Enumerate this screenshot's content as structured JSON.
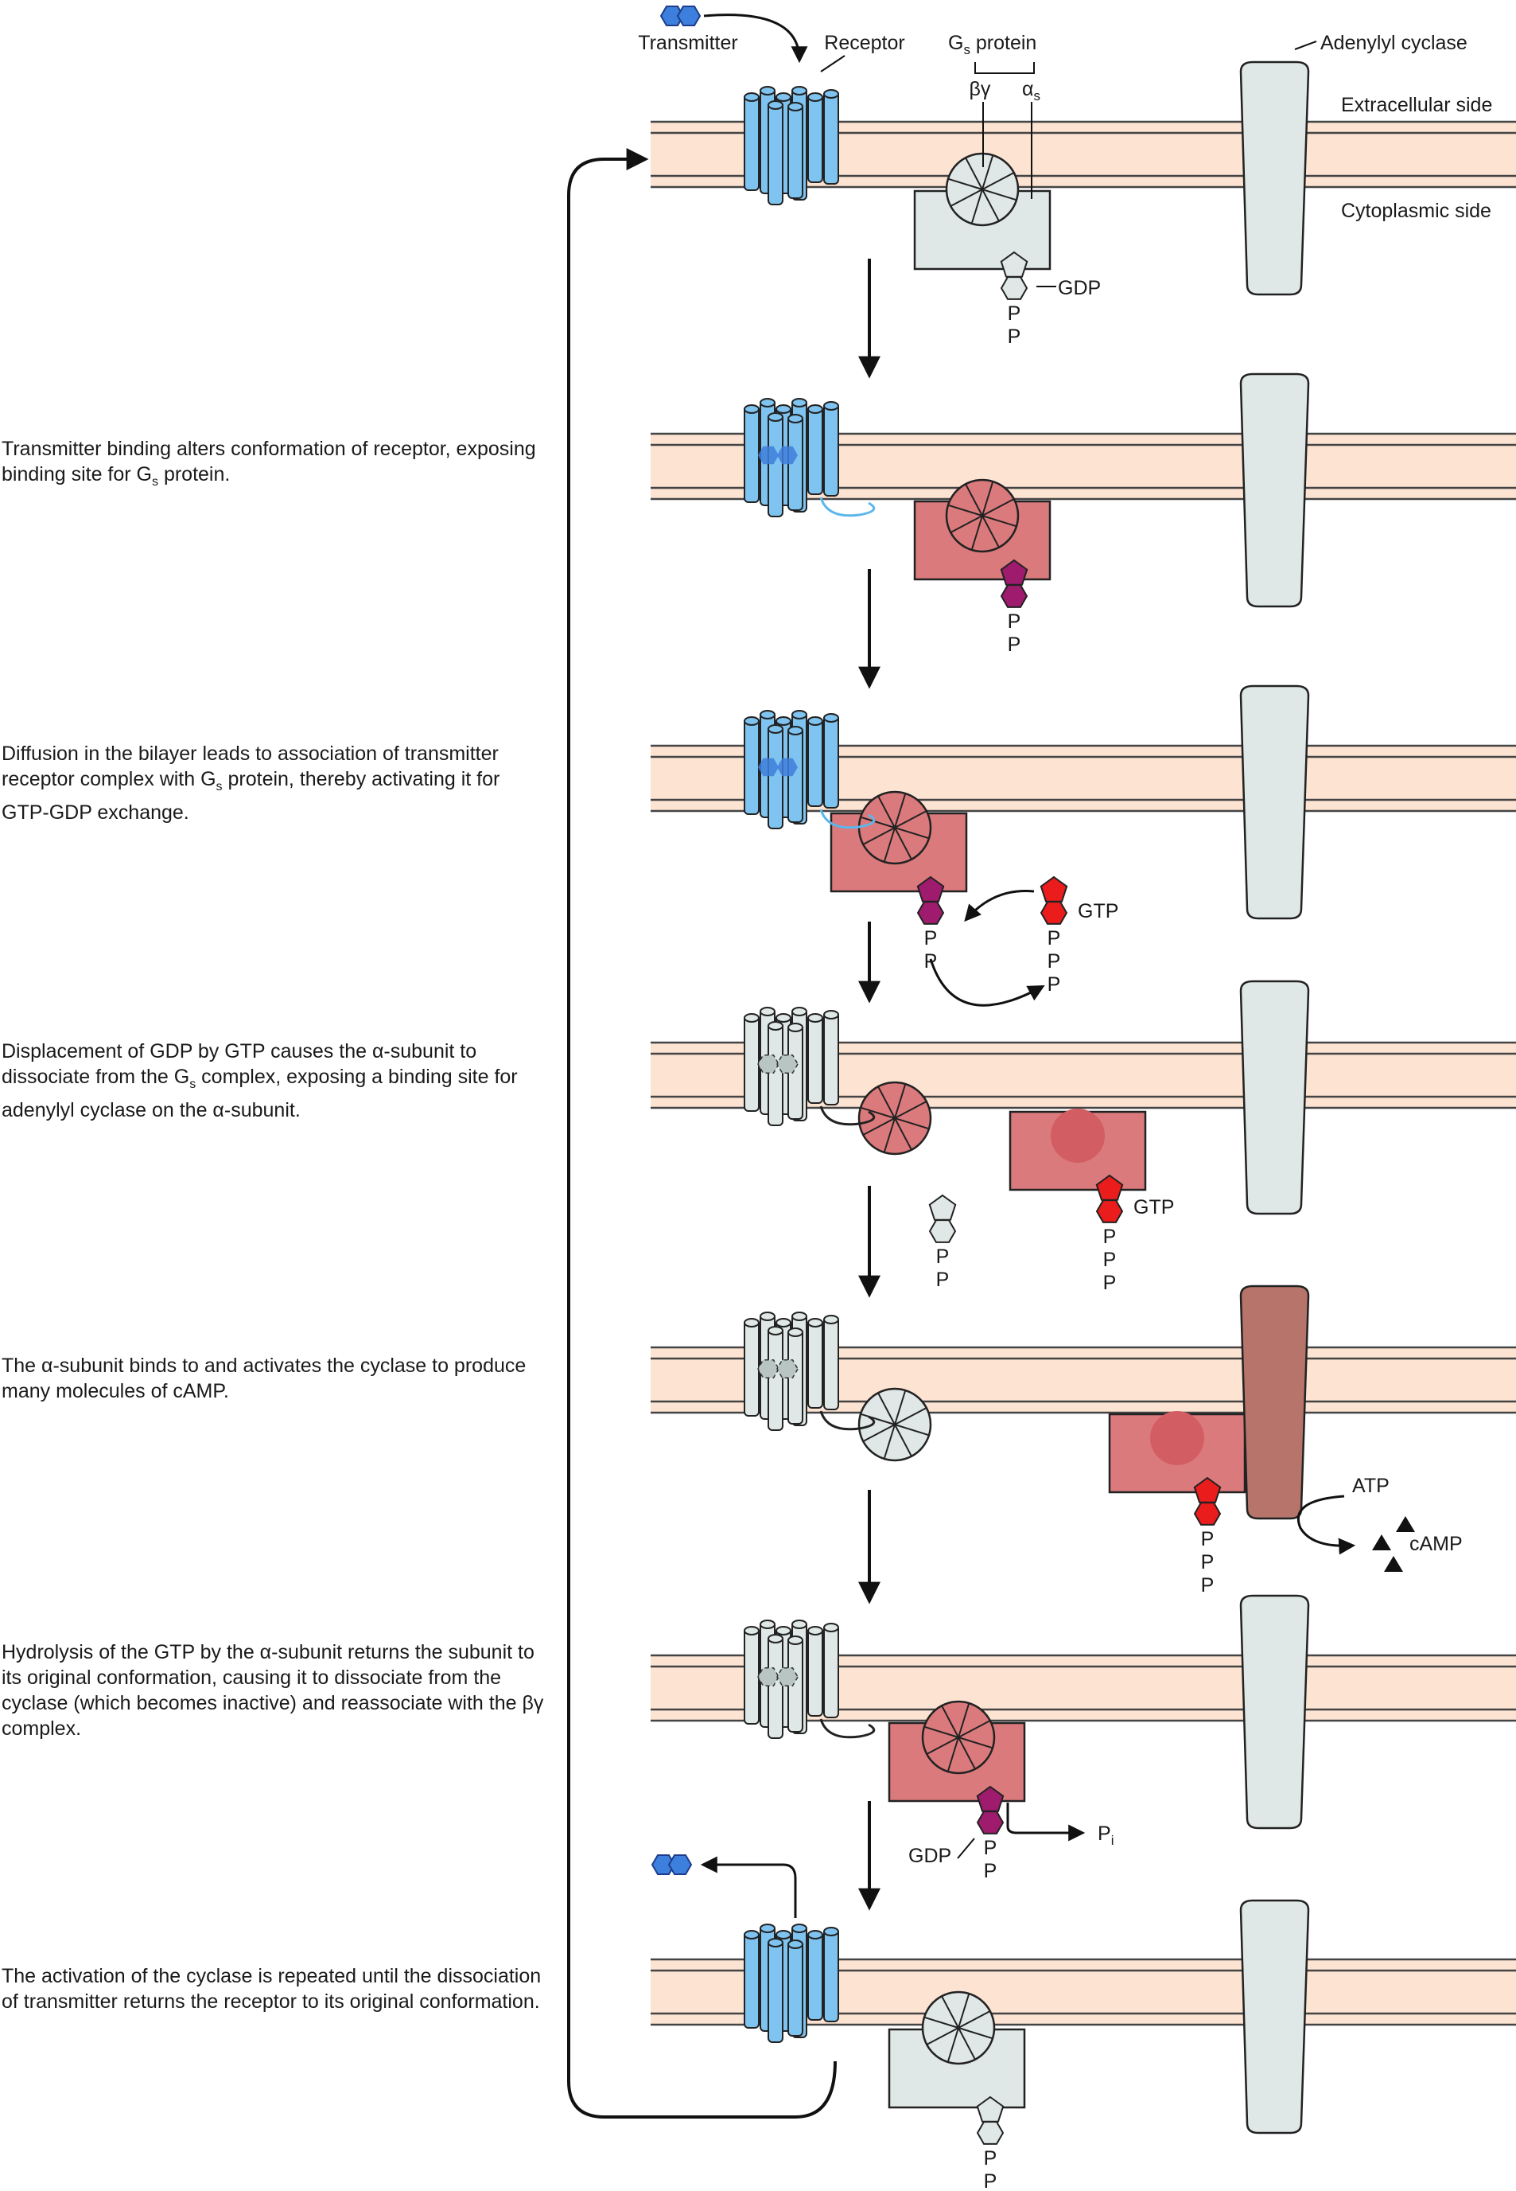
{
  "labels": {
    "transmitter": "Transmitter",
    "receptor": "Receptor",
    "gs_protein_prefix": "G",
    "gs_protein_sub": "s",
    "gs_protein_suffix": " protein",
    "beta_gamma": "βγ",
    "alpha_prefix": "α",
    "alpha_sub": "s",
    "adenylyl_cyclase": "Adenylyl cyclase",
    "extracellular_side": "Extracellular side",
    "cytoplasmic_side": "Cytoplasmic side",
    "gdp": "GDP",
    "gtp": "GTP",
    "atp": "ATP",
    "camp": "cAMP",
    "phosphate": "P",
    "pi_prefix": "P",
    "pi_sub": "i"
  },
  "captions": [
    {
      "text_before": "Transmitter binding alters conformation of receptor, exposing binding site for G",
      "sub": "s",
      "text_after": " protein."
    },
    {
      "text_before": "Diffusion in the bilayer leads to association of transmitter receptor complex with G",
      "sub": "s",
      "text_after": " protein, thereby activating it for GTP-GDP exchange."
    },
    {
      "text_before": "Displacement of GDP by GTP causes the α-subunit to dissociate from the G",
      "sub": "s",
      "text_after": " complex, exposing a binding site for adenylyl cyclase on the α-subunit."
    },
    {
      "text_before": "The α-subunit binds to and activates the cyclase to produce many molecules of cAMP.",
      "sub": "",
      "text_after": ""
    },
    {
      "text_before": "Hydrolysis of the GTP by the α-subunit returns the subunit to its original conformation, causing it to dissociate from the cyclase (which becomes inactive) and reassociate with the βγ complex.",
      "sub": "",
      "text_after": ""
    },
    {
      "text_before": "The activation of the cyclase is repeated until the dissociation of transmitter returns the receptor to its original conformation.",
      "sub": "",
      "text_after": ""
    }
  ],
  "colors": {
    "membrane": "#fde3d2",
    "membrane_line": "#444444",
    "receptor_blue": "#7fc3f0",
    "receptor_grey": "#dfe8e6",
    "transmitter": "#3d7fdc",
    "gs_inactive": "#dfe8e6",
    "gs_active": "#db7a7c",
    "gs_alpha_core": "#d25d62",
    "gdp_active": "#9e1b6d",
    "gtp": "#ea1c1c",
    "cyclase_inactive": "#dfe8e6",
    "cyclase_active": "#b6746a",
    "arrow": "#111111"
  },
  "icons": [
    "transmitter-icon",
    "receptor-icon",
    "gs-protein-icon",
    "adenylyl-cyclase-icon",
    "gdp-icon",
    "gtp-icon",
    "camp-icon"
  ]
}
